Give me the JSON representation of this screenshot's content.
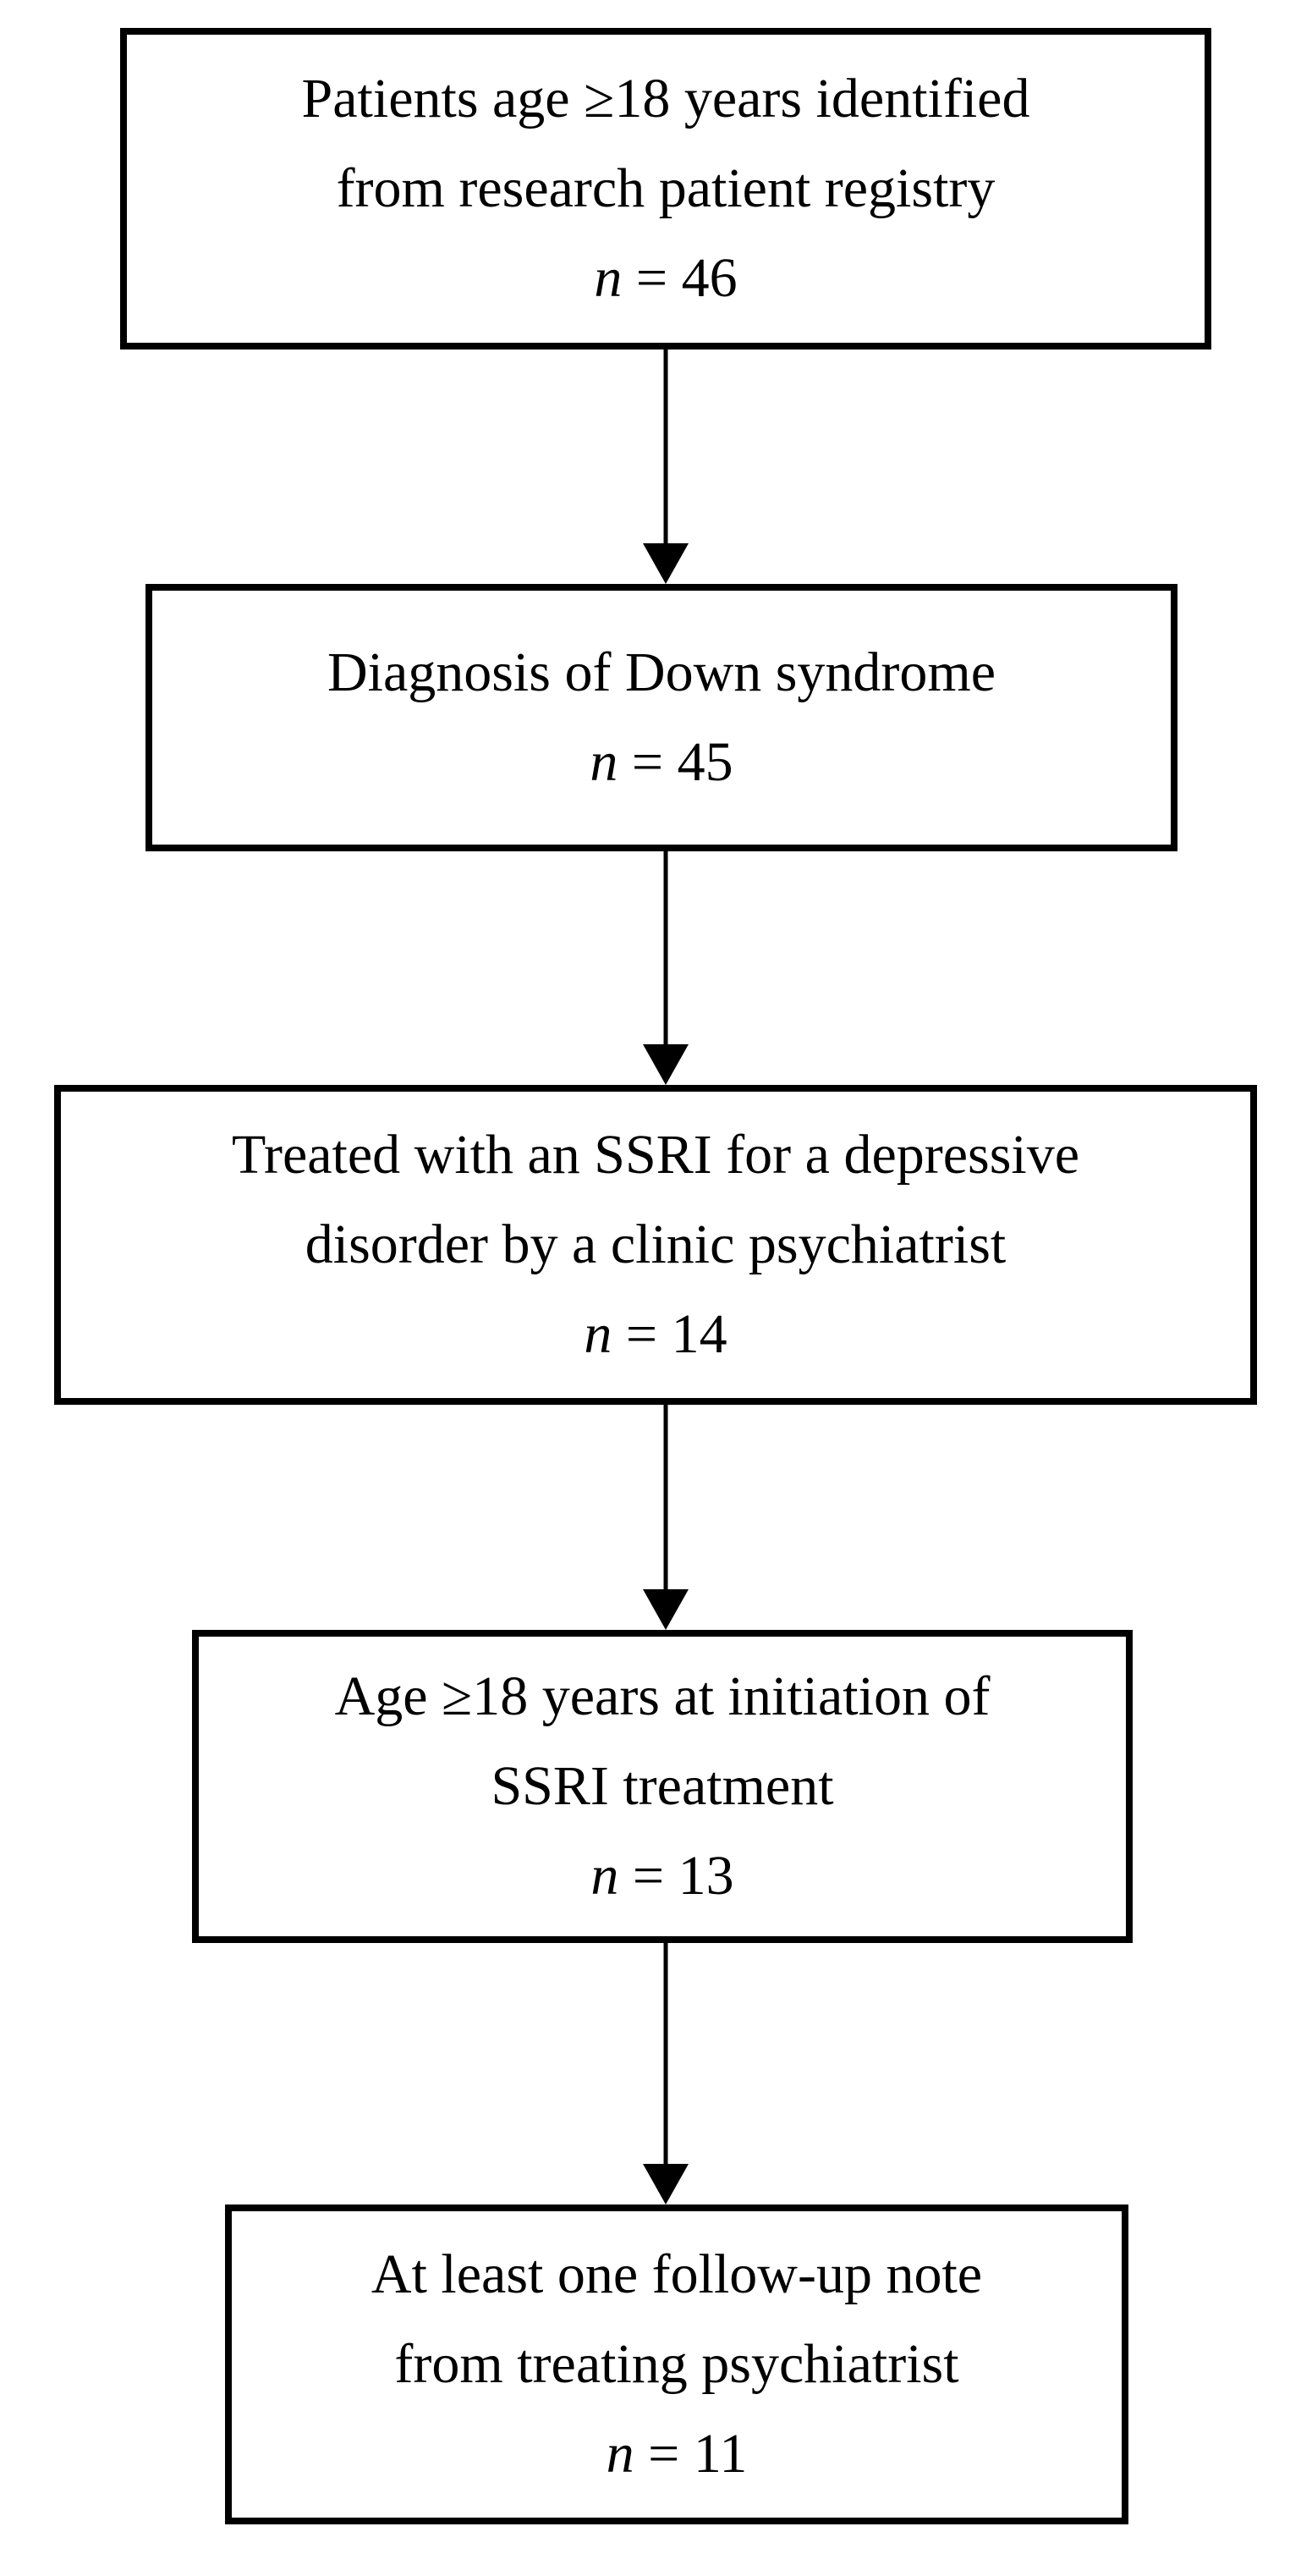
{
  "figure": {
    "background_color": "#ffffff",
    "border_color": "#000000",
    "text_color": "#000000"
  },
  "boxes": [
    {
      "lines": [
        "Patients age ≥18 years identified",
        "from research patient registry"
      ],
      "n_var": "n",
      "n_rest": " = 46"
    },
    {
      "lines": [
        "Diagnosis of Down syndrome"
      ],
      "n_var": "n",
      "n_rest": " = 45"
    },
    {
      "lines": [
        "Treated with an SSRI for a depressive",
        "disorder by a clinic psychiatrist"
      ],
      "n_var": "n",
      "n_rest": " = 14"
    },
    {
      "lines": [
        "Age ≥18 years at initiation of",
        "SSRI treatment"
      ],
      "n_var": "n",
      "n_rest": " = 13"
    },
    {
      "lines": [
        "At least one follow-up note",
        "from treating psychiatrist"
      ],
      "n_var": "n",
      "n_rest": " = 11"
    }
  ]
}
